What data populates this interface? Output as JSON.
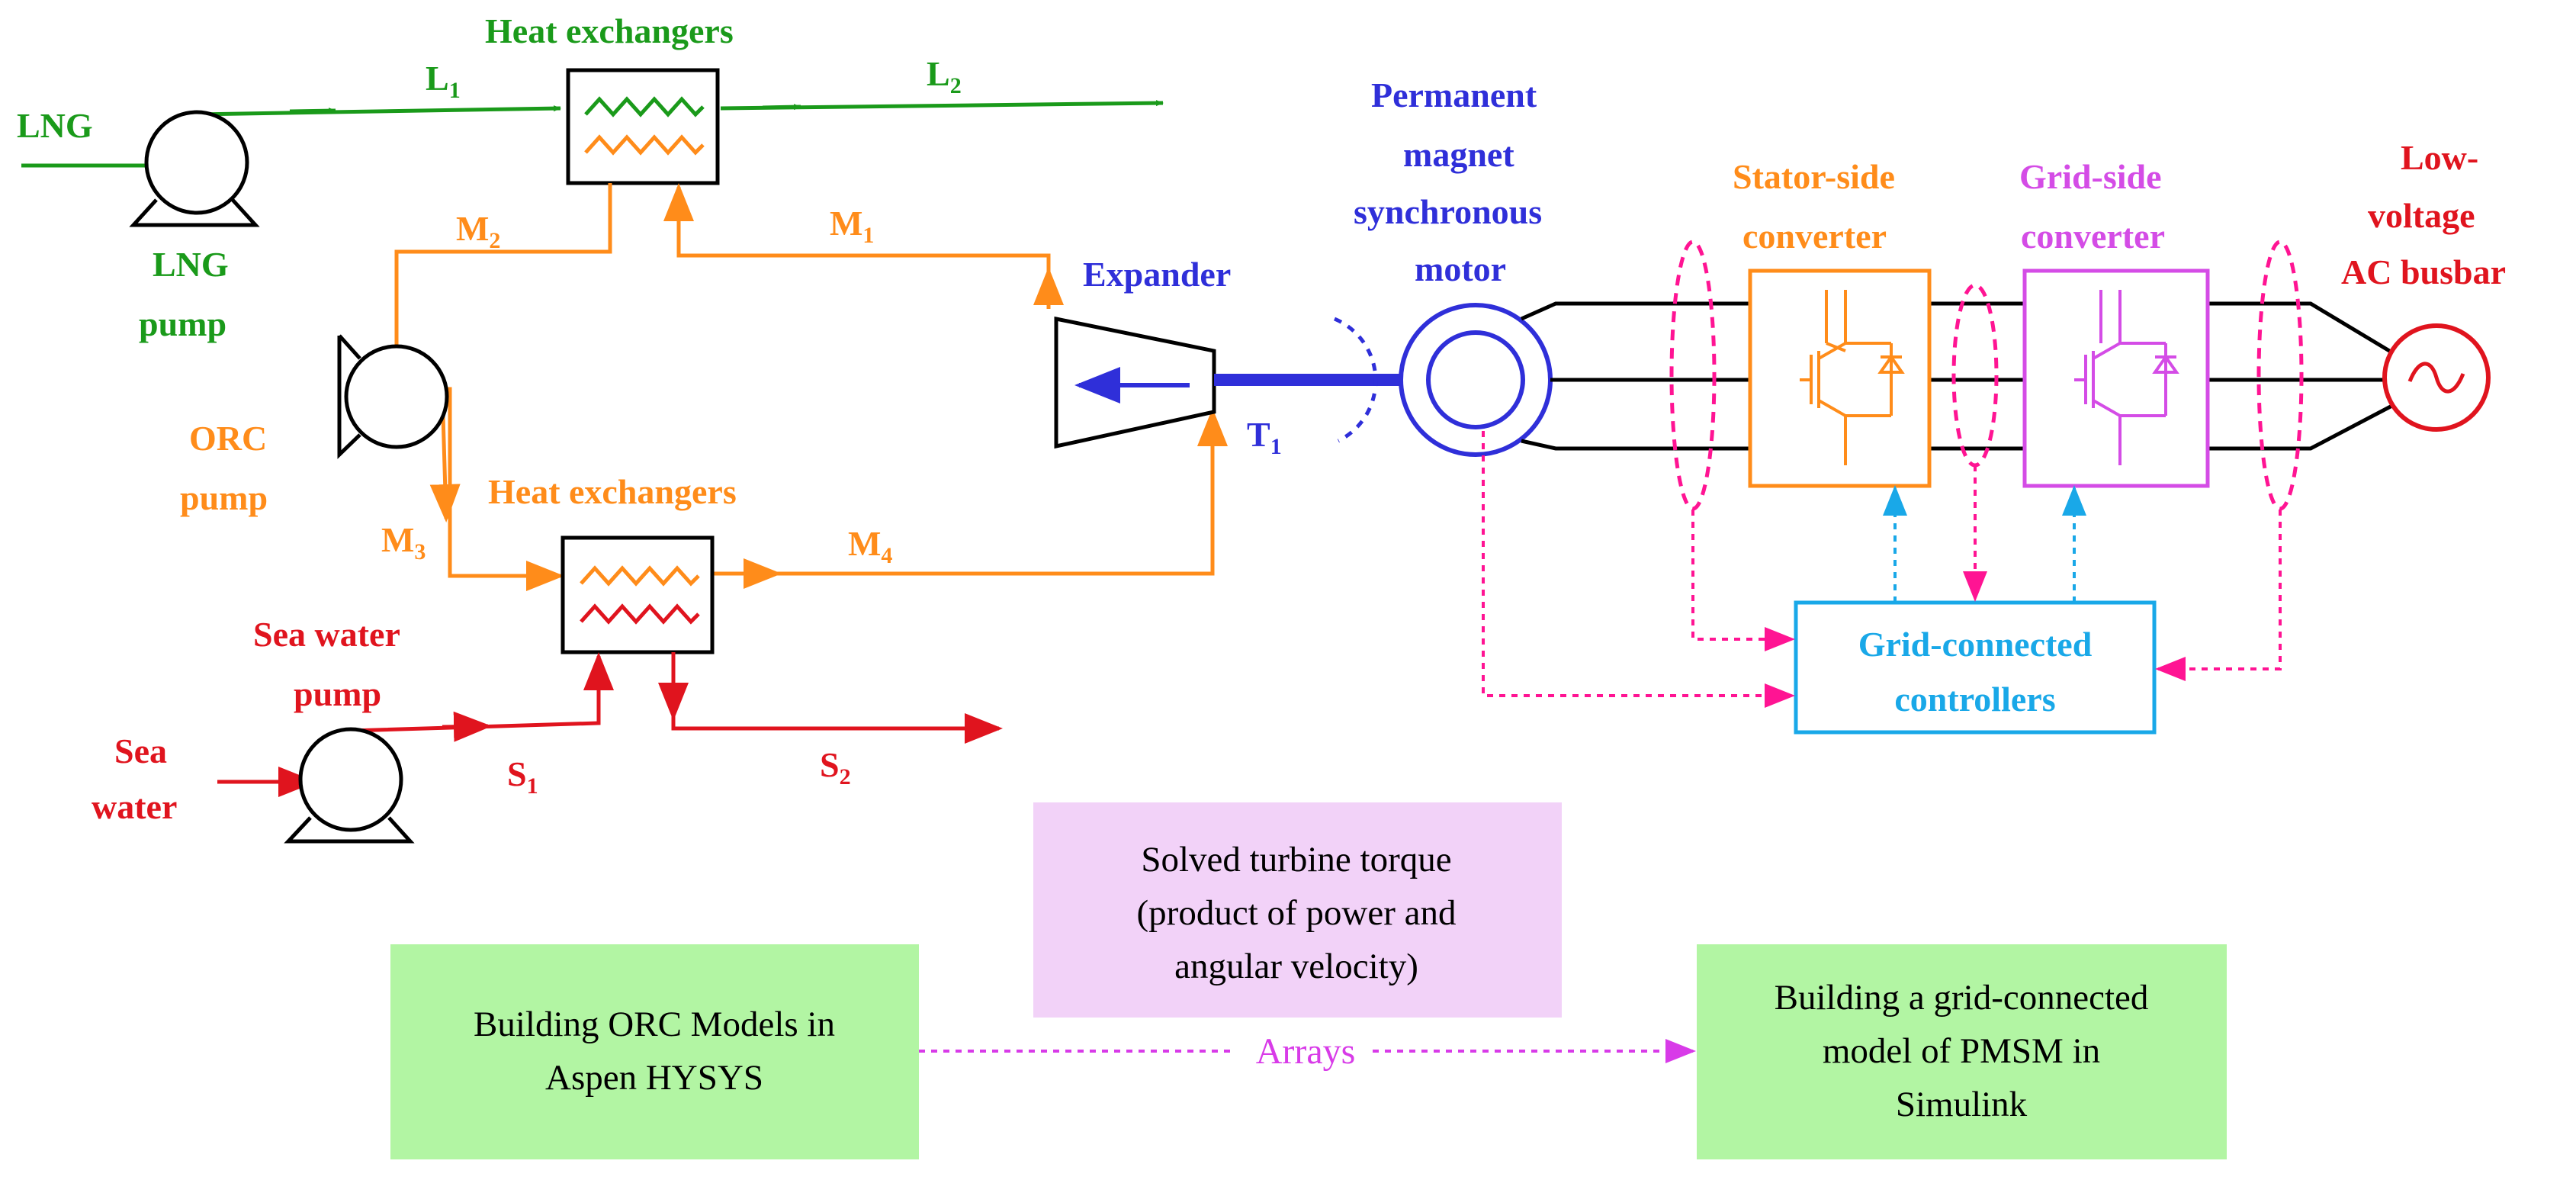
{
  "colors": {
    "lng": "#1a9a1a",
    "orc": "#ff8c1a",
    "sea": "#e0141e",
    "motor": "#2f2fd9",
    "grid_side": "#d44ce6",
    "controller": "#19a8e8",
    "busbar": "#e0141e",
    "signal": "#ff1493",
    "box_green": "#b2f5a3",
    "box_pink": "#f2d2f8",
    "arrays_line": "#d83be8"
  },
  "labels": {
    "lng": "LNG",
    "lng_pump": [
      "LNG",
      "pump"
    ],
    "heat_exchangers_top": "Heat exchangers",
    "heat_exchangers_bottom": "Heat exchangers",
    "l1": {
      "main": "L",
      "sub": "1"
    },
    "l2": {
      "main": "L",
      "sub": "2"
    },
    "m1": {
      "main": "M",
      "sub": "1"
    },
    "m2": {
      "main": "M",
      "sub": "2"
    },
    "m3": {
      "main": "M",
      "sub": "3"
    },
    "m4": {
      "main": "M",
      "sub": "4"
    },
    "s1": {
      "main": "S",
      "sub": "1"
    },
    "s2": {
      "main": "S",
      "sub": "2"
    },
    "t1": {
      "main": "T",
      "sub": "1"
    },
    "orc_pump": [
      "ORC",
      "pump"
    ],
    "sea_water_pump": [
      "Sea water",
      "pump"
    ],
    "sea_water": [
      "Sea",
      "water"
    ],
    "expander": "Expander",
    "pmsm": [
      "Permanent",
      "magnet",
      "synchronous",
      "motor"
    ],
    "stator_side": [
      "Stator-side",
      "converter"
    ],
    "grid_side": [
      "Grid-side",
      "converter"
    ],
    "busbar": [
      "Low-",
      "voltage",
      "AC busbar"
    ],
    "controllers": [
      "Grid-connected",
      "controllers"
    ]
  },
  "bottom": {
    "left_box": [
      "Building ORC Models in",
      "Aspen HYSYS"
    ],
    "center_box": [
      "Solved turbine torque",
      "(product of power and",
      "angular velocity)"
    ],
    "right_box": [
      "Building a grid-connected",
      "model of PMSM in",
      "Simulink"
    ],
    "arrays": "Arrays"
  }
}
